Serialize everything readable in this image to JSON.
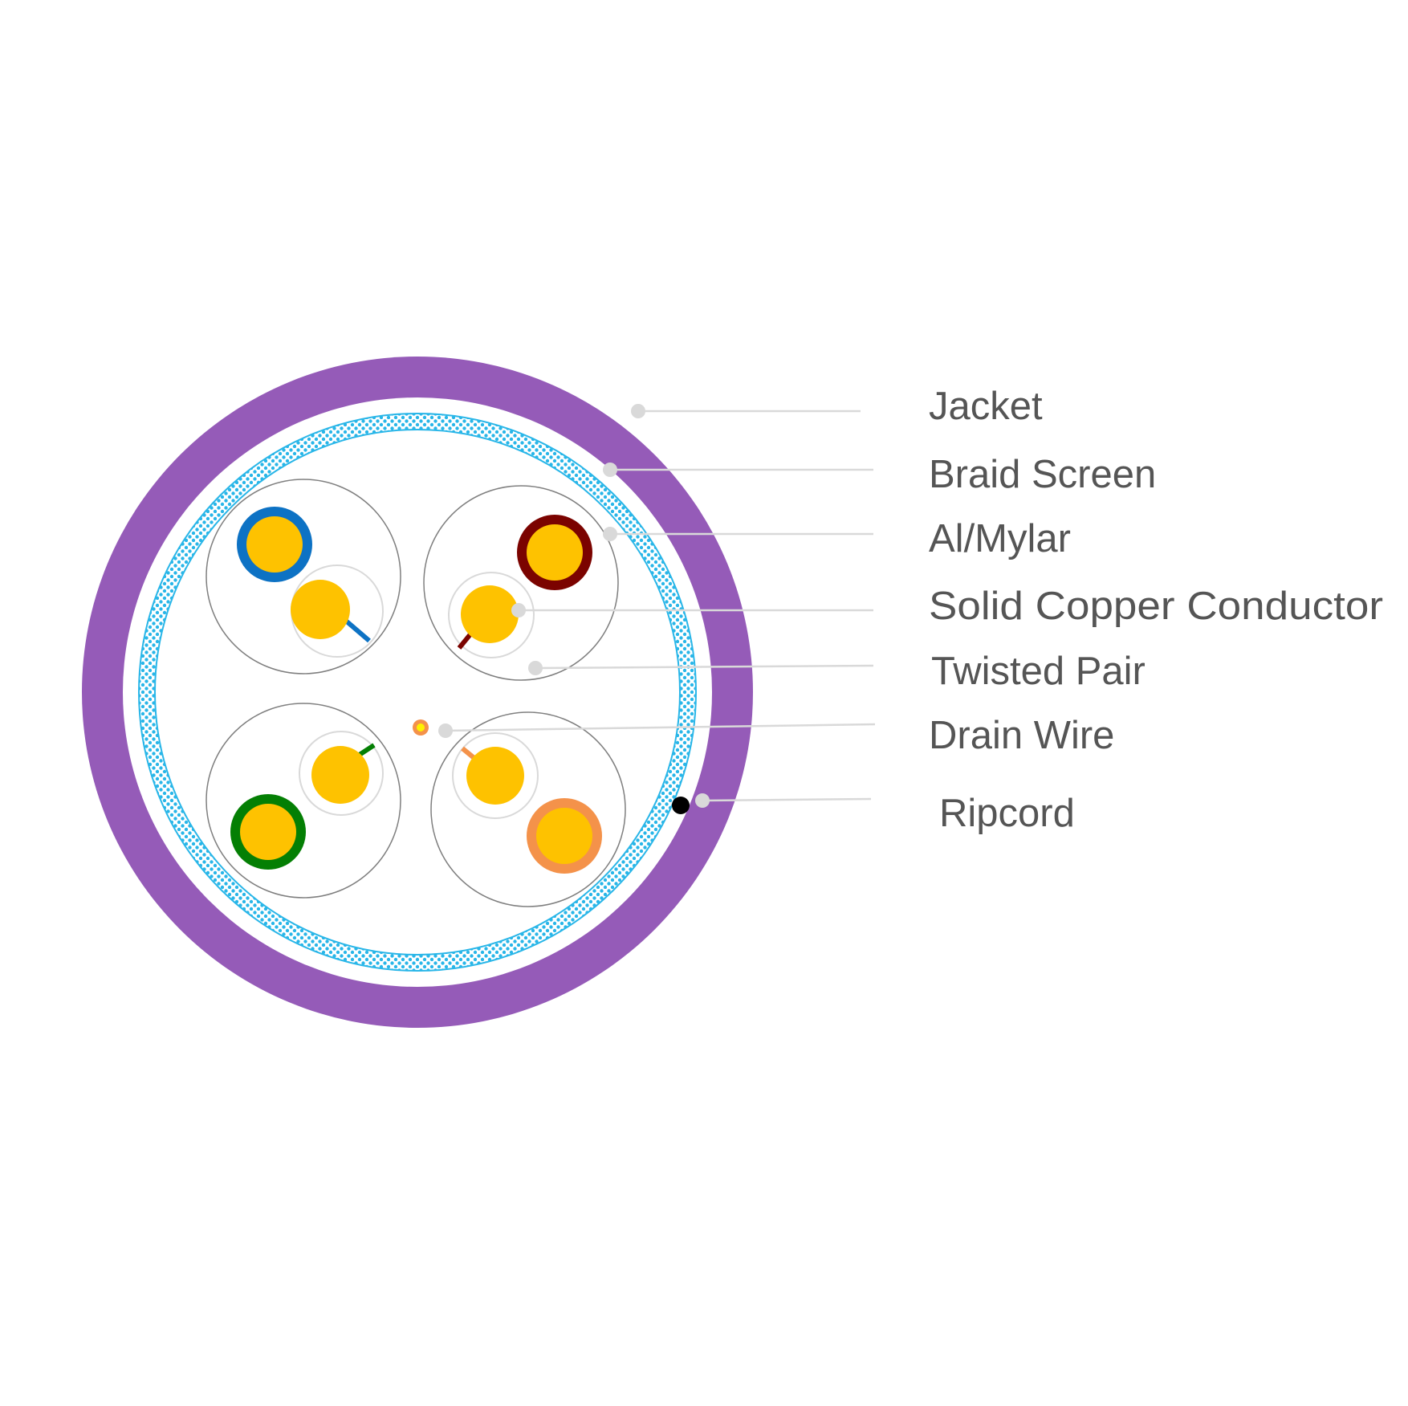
{
  "diagram": {
    "subject": "cable cross-section",
    "colors": {
      "background": "#ffffff",
      "jacket": "#955bb8",
      "braid_screen": "#29b6e8",
      "copper": "#fec200",
      "pair_outline": "#7f7f7f",
      "leader_line": "#d9d9d9",
      "label_text": "#555555",
      "ripcord": "#000000",
      "drain_ring": "#f4924a"
    },
    "labels": [
      {
        "id": "jacket",
        "text": "Jacket"
      },
      {
        "id": "braid-screen",
        "text": "Braid Screen"
      },
      {
        "id": "al-mylar",
        "text": "Al/Mylar"
      },
      {
        "id": "solid-copper-conductor",
        "text": "Solid Copper Conductor"
      },
      {
        "id": "twisted-pair",
        "text": "Twisted Pair"
      },
      {
        "id": "drain-wire",
        "text": "Drain Wire"
      },
      {
        "id": "ripcord",
        "text": "Ripcord"
      }
    ],
    "pairs": [
      {
        "id": "blue",
        "color": "#0d72c4",
        "stripe": "#0d72c4"
      },
      {
        "id": "brown",
        "color": "#7b0300",
        "stripe": "#7b0300"
      },
      {
        "id": "green",
        "color": "#047f04",
        "stripe": "#047f04"
      },
      {
        "id": "orange",
        "color": "#f4924a",
        "stripe": "#f4924a"
      }
    ]
  }
}
